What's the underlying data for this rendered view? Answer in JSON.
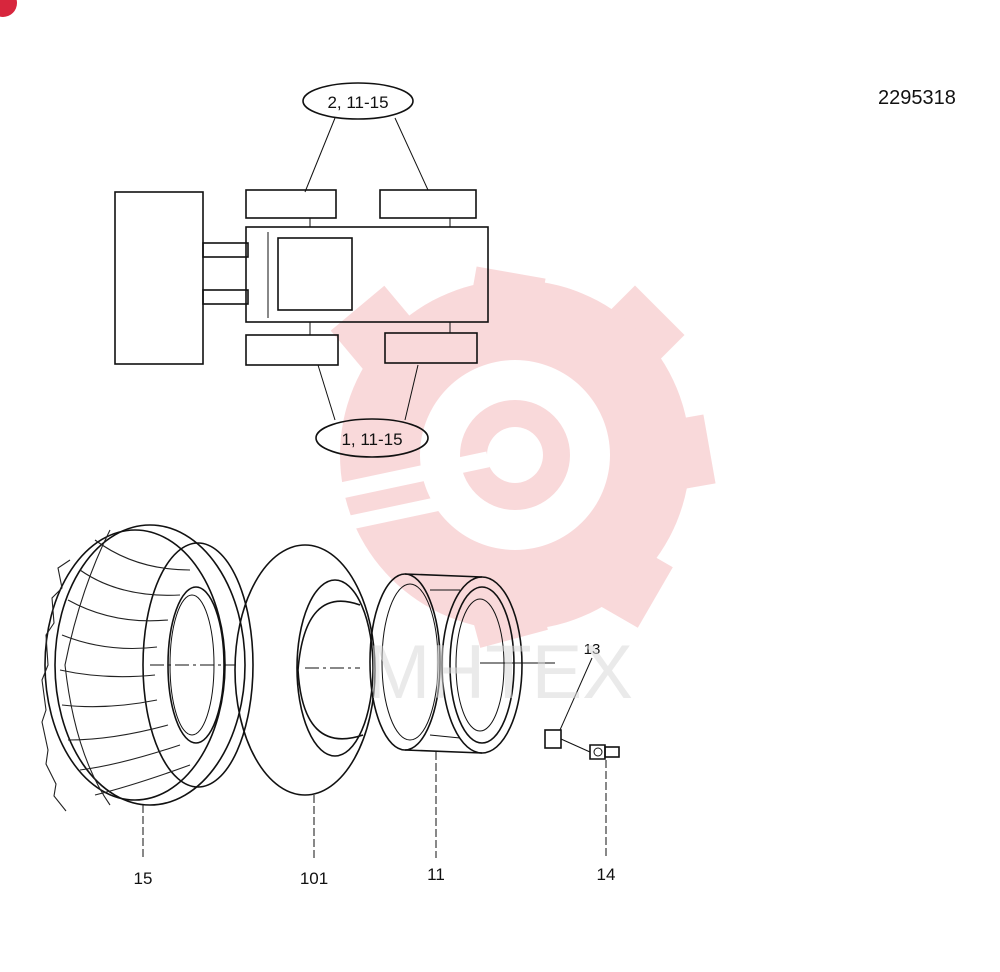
{
  "diagram": {
    "drawing_number": "2295318",
    "callout_top": "2, 11-15",
    "callout_bottom": "1, 11-15",
    "watermark_text": "MHTEX",
    "parts": {
      "tyre": "15",
      "tube": "101",
      "rim": "11",
      "valve_cap": "13",
      "valve": "14"
    }
  },
  "colors": {
    "line": "#111111",
    "watermark": "#f6c9cc",
    "corner_badge": "#d7263d"
  }
}
